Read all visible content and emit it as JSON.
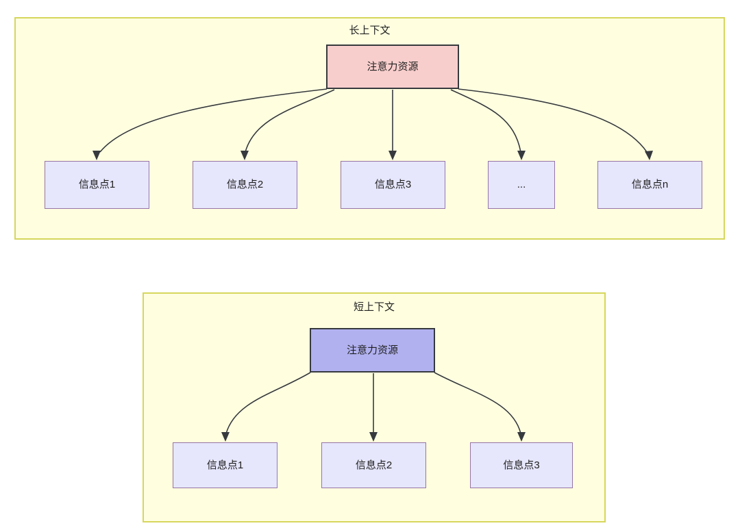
{
  "diagram": {
    "title_absent": true,
    "colors": {
      "panel_background": "#FFFFE0",
      "panel_border": "#D6D65C",
      "attention_long_fill": "#F8CECC",
      "attention_short_fill": "#B1B1F0",
      "node_border_dark": "#36393D",
      "info_fill": "#E6E6FC",
      "info_border": "#9673A6",
      "edge_stroke": "#36393D",
      "text": "#1f1f1f"
    },
    "panels": [
      {
        "id": "long-context",
        "title": "长上下文",
        "attention": {
          "label": "注意力资源"
        },
        "info_nodes": [
          {
            "label": "信息点1"
          },
          {
            "label": "信息点2"
          },
          {
            "label": "信息点3"
          },
          {
            "label": "..."
          },
          {
            "label": "信息点n"
          }
        ],
        "edge_count": 5
      },
      {
        "id": "short-context",
        "title": "短上下文",
        "attention": {
          "label": "注意力资源"
        },
        "info_nodes": [
          {
            "label": "信息点1"
          },
          {
            "label": "信息点2"
          },
          {
            "label": "信息点3"
          }
        ],
        "edge_count": 3
      }
    ]
  }
}
